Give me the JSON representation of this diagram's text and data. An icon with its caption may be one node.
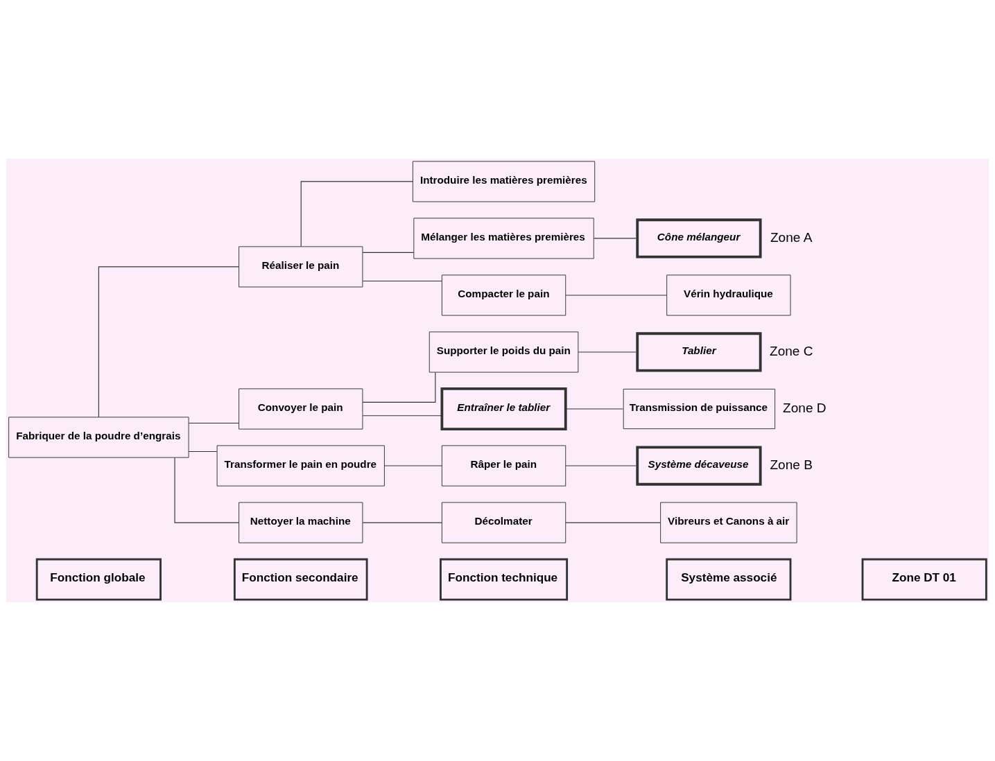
{
  "diagram": {
    "nodes": [
      {
        "text": [
          "Fonction globale"
        ]
      },
      {
        "text": [
          "Fonction secondaire"
        ]
      },
      {
        "text": [
          "Fonction technique"
        ]
      },
      {
        "text": [
          "Système associé"
        ]
      },
      {
        "text": [
          "Zone DT 01"
        ]
      },
      {
        "text": [
          "Fabriquer de la poudre d’engrais"
        ]
      },
      {
        "text": [
          "Réaliser le pain"
        ]
      },
      {
        "text": [
          "Introduire les matières premières"
        ]
      },
      {
        "text": [
          "Mélanger les matières premières"
        ]
      },
      {
        "text": [
          "Cône mélangeur"
        ],
        "beside": [
          "Zone A"
        ]
      },
      {
        "text": [
          "Compacter le pain"
        ]
      },
      {
        "text": [
          "Vérin hydraulique"
        ]
      },
      {
        "text": [
          "Convoyer le pain"
        ]
      },
      {
        "text": [
          "Supporter le poids du pain"
        ]
      },
      {
        "text": [
          "Tablier"
        ],
        "beside": [
          "Zone C"
        ]
      },
      {
        "text": [
          "Entraîner le tablier"
        ]
      },
      {
        "text": [
          "Transmission de puissance"
        ],
        "beside": [
          "Zone D"
        ]
      },
      {
        "text": [
          "Transformer le pain en poudre"
        ]
      },
      {
        "text": [
          "Râper le pain"
        ]
      },
      {
        "text": [
          "Système décaveuse"
        ],
        "beside": [
          "Zone B"
        ]
      },
      {
        "text": [
          "Nettoyer la machine"
        ]
      },
      {
        "text": [
          "Décolmater"
        ]
      },
      {
        "text": [
          "Vibreurs et Canons à air"
        ]
      }
    ],
    "edges": [
      {
        "from": 5,
        "to": 6,
        "arrow": "none"
      },
      {
        "from": 5,
        "to": 12,
        "arrow": "none"
      },
      {
        "from": 5,
        "to": 17,
        "arrow": "none"
      },
      {
        "from": 5,
        "to": 20,
        "arrow": "none"
      },
      {
        "from": 6,
        "to": 7,
        "arrow": "none"
      },
      {
        "from": 6,
        "to": 8,
        "arrow": "none"
      },
      {
        "from": 6,
        "to": 10,
        "arrow": "none"
      },
      {
        "from": 8,
        "to": 9,
        "arrow": "none"
      },
      {
        "from": 10,
        "to": 11,
        "arrow": "none"
      },
      {
        "from": 12,
        "to": 13,
        "arrow": "none"
      },
      {
        "from": 12,
        "to": 15,
        "arrow": "none"
      },
      {
        "from": 13,
        "to": 14,
        "arrow": "none"
      },
      {
        "from": 15,
        "to": 16,
        "arrow": "none"
      },
      {
        "from": 17,
        "to": 18,
        "arrow": "none"
      },
      {
        "from": 18,
        "to": 19,
        "arrow": "none"
      },
      {
        "from": 20,
        "to": 21,
        "arrow": "none"
      },
      {
        "from": 21,
        "to": 22,
        "arrow": "none"
      }
    ]
  }
}
